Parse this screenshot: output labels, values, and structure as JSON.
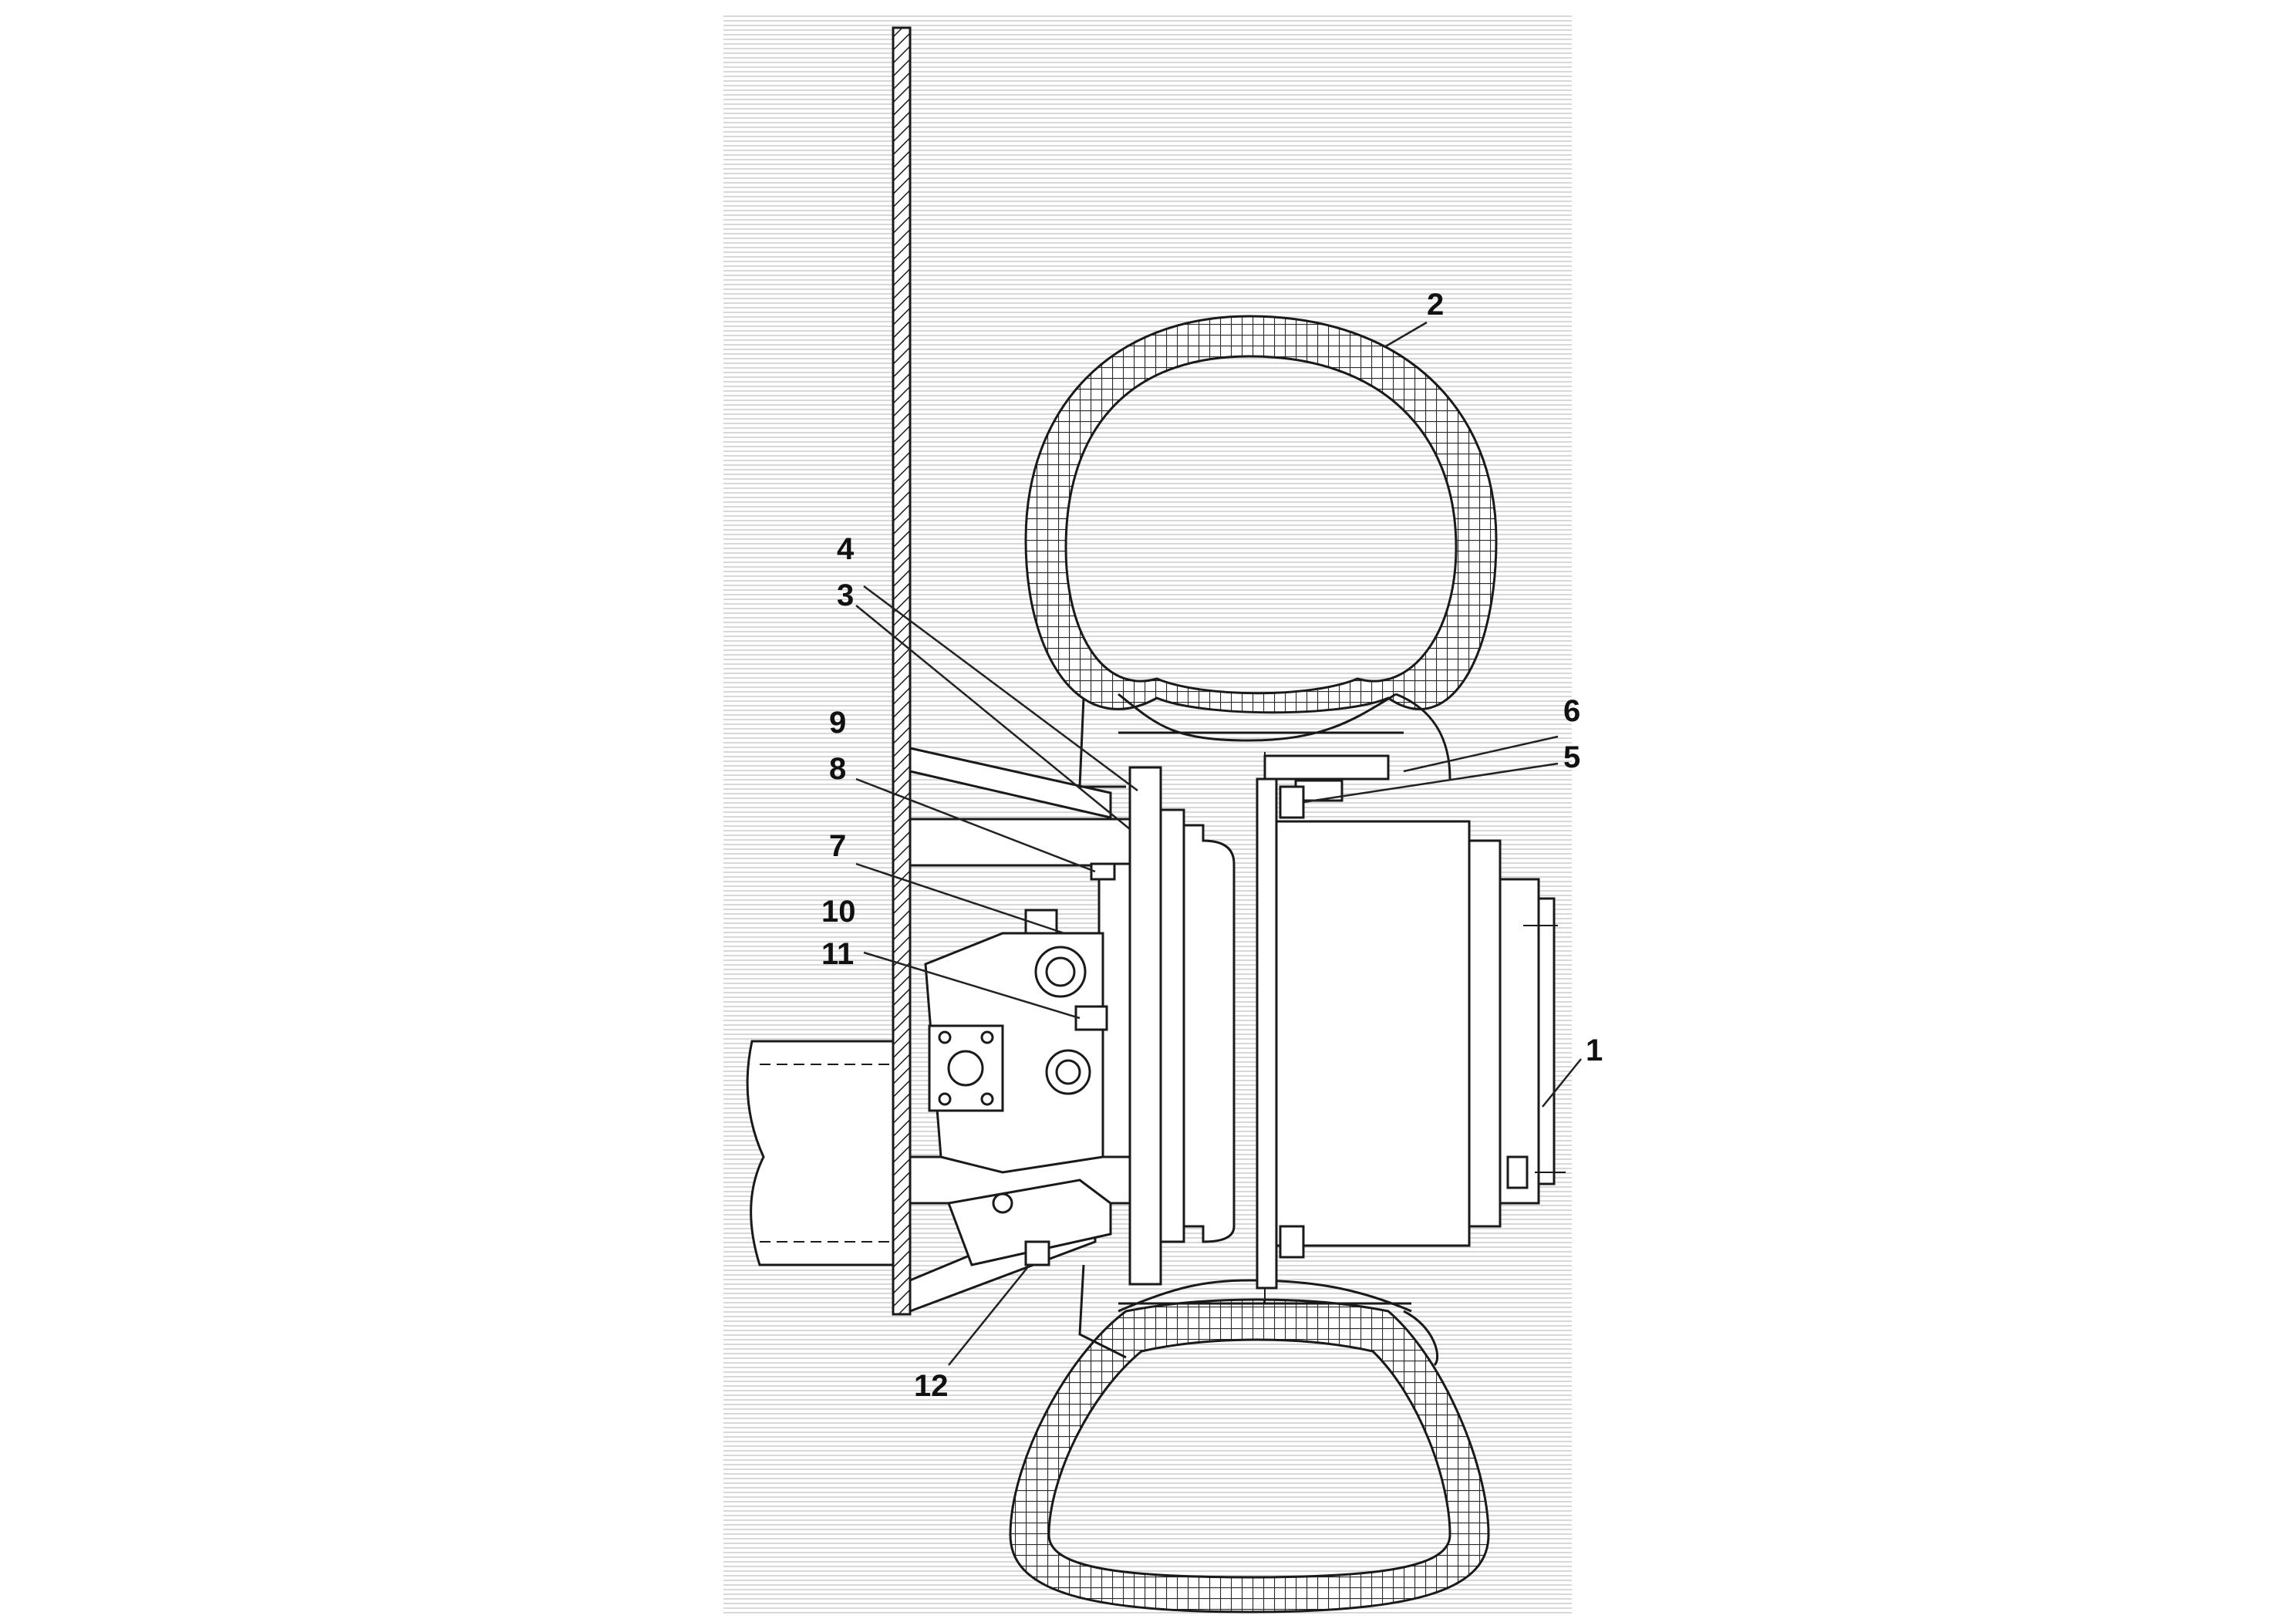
{
  "callouts": [
    {
      "id": "1",
      "text": "1"
    },
    {
      "id": "2",
      "text": "2"
    },
    {
      "id": "3",
      "text": "3"
    },
    {
      "id": "4",
      "text": "4"
    },
    {
      "id": "5",
      "text": "5"
    },
    {
      "id": "6",
      "text": "6"
    },
    {
      "id": "7",
      "text": "7"
    },
    {
      "id": "8",
      "text": "8"
    },
    {
      "id": "9",
      "text": "9"
    },
    {
      "id": "10",
      "text": "10"
    },
    {
      "id": "11",
      "text": "11"
    },
    {
      "id": "12",
      "text": "12"
    }
  ],
  "colors": {
    "line": "#1a1a1a",
    "background_hatch": "#c8c8c8",
    "paper": "#ffffff"
  }
}
